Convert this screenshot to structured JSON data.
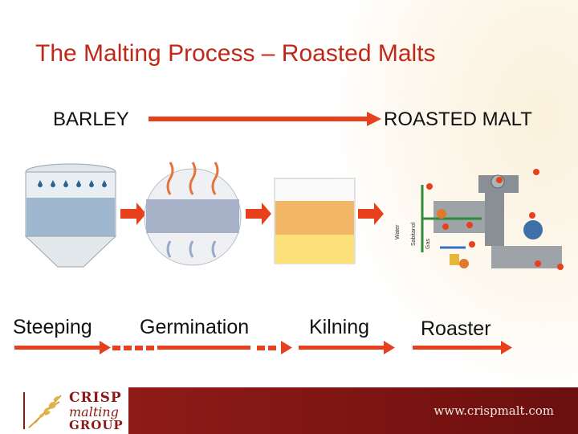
{
  "slide": {
    "title": "The Malting Process – Roasted Malts"
  },
  "flow": {
    "start_label": "BARLEY",
    "end_label": "ROASTED MALT"
  },
  "stages": [
    {
      "label": "Steeping"
    },
    {
      "label": "Germination"
    },
    {
      "label": "Kilning"
    },
    {
      "label": "Roaster"
    }
  ],
  "roaster_diagram": {
    "labels": [
      "Water",
      "Sabitanol",
      "Gas"
    ]
  },
  "footer": {
    "logo_line1": "CRISP",
    "logo_line2": "malting",
    "logo_line3": "GROUP",
    "url": "www.crispmalt.com"
  },
  "colors": {
    "title": "#c0291a",
    "arrow": "#e8401c",
    "footer_band": "#7a1412",
    "logo": "#8b1a16"
  }
}
